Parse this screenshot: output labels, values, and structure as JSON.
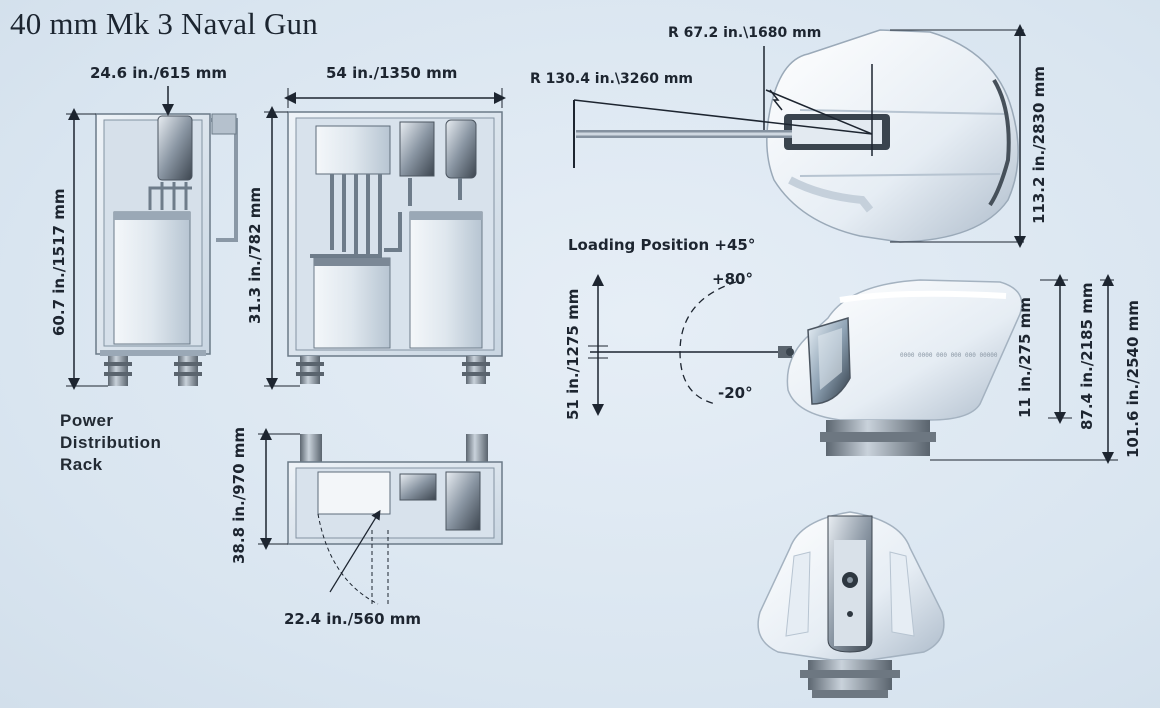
{
  "title": "40 mm Mk 3 Naval Gun",
  "rack_label": [
    "Power",
    "Distribution",
    "Rack"
  ],
  "dimensions": {
    "rack_top": "24.6 in./615 mm",
    "rack_height": "60.7 in./1517 mm",
    "cabinet_width": "54 in./1350 mm",
    "cabinet_height": "31.3 in./782 mm",
    "base_height": "38.8 in./970 mm",
    "base_swing": "22.4 in./560 mm",
    "radius_inner": "R 67.2 in.\\1680 mm",
    "radius_outer": "R 130.4 in.\\3260 mm",
    "turret_depth": "113.2 in./2830 mm",
    "loading_position": "Loading Position +45°",
    "elev_max": "+80°",
    "elev_min": "-20°",
    "barrel_height": "51 in./1275 mm",
    "trunnion_height": "11 in./275 mm",
    "mount_height": "87.4 in./2185 mm",
    "total_height": "101.6 in./2540 mm"
  },
  "turret_marking": "0000 0000 000 000 000 00000"
}
